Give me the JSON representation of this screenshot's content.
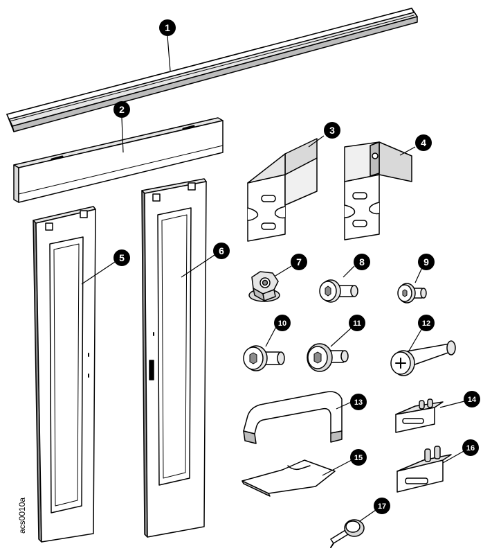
{
  "figure": {
    "code": "acs0010a",
    "callouts": [
      "1",
      "2",
      "3",
      "4",
      "5",
      "6",
      "7",
      "8",
      "9",
      "10",
      "11",
      "12",
      "13",
      "14",
      "15",
      "16",
      "17"
    ]
  },
  "colors": {
    "line": "#000000",
    "fill": "#ffffff",
    "shade": "#d9d9d9",
    "dark": "#8c8c8c",
    "callout": "#000000"
  }
}
